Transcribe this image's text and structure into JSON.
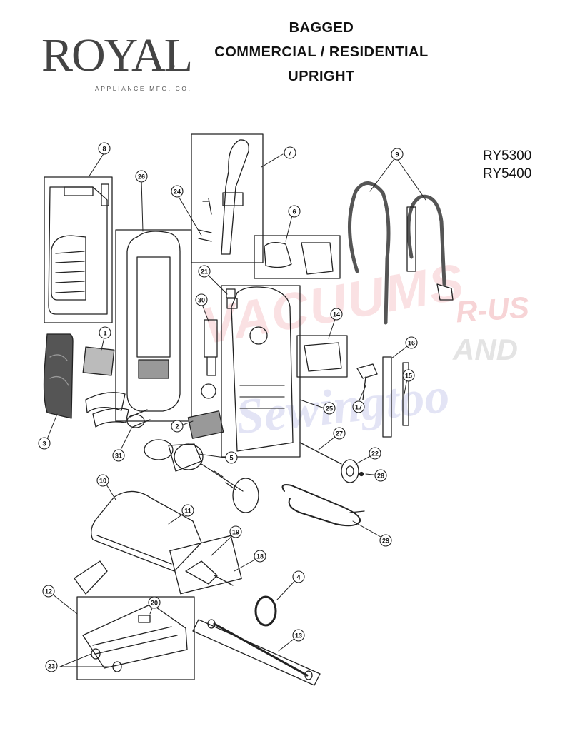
{
  "brand": {
    "name": "ROYAL",
    "subtitle": "APPLIANCE MFG. CO.",
    "registered": "®"
  },
  "title": {
    "line1": "BAGGED",
    "line2": "COMMERCIAL /  RESIDENTIAL",
    "line3": "UPRIGHT"
  },
  "models": [
    "RY5300",
    "RY5400"
  ],
  "watermark": {
    "text1": "VACUUMS",
    "text2": "R-US",
    "text3": "AND",
    "text4": "Sewingtoo"
  },
  "colors": {
    "line": "#222222",
    "watermark_red": "#e0464f",
    "watermark_blue": "#5060be"
  },
  "callouts": [
    "1",
    "2",
    "3",
    "4",
    "5",
    "6",
    "7",
    "8",
    "9",
    "10",
    "11",
    "12",
    "13",
    "14",
    "15",
    "16",
    "17",
    "18",
    "19",
    "20",
    "21",
    "22",
    "23",
    "24",
    "25",
    "26",
    "27",
    "28",
    "29",
    "30",
    "31"
  ]
}
